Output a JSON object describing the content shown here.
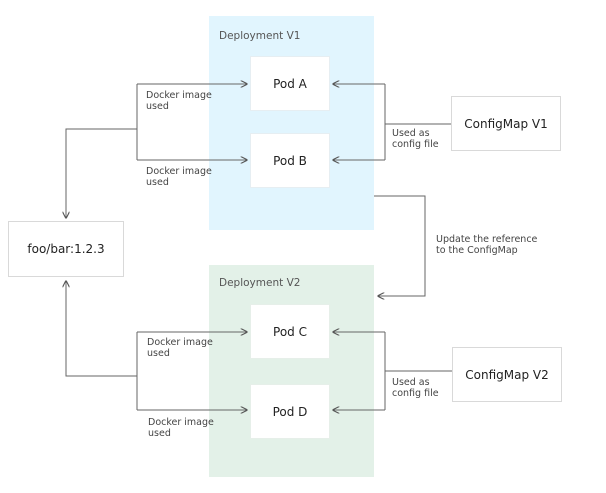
{
  "regions": {
    "v1": {
      "title": "Deployment V1"
    },
    "v2": {
      "title": "Deployment V2"
    }
  },
  "pods": {
    "a": "Pod A",
    "b": "Pod B",
    "c": "Pod C",
    "d": "Pod D"
  },
  "image": "foo/bar:1.2.3",
  "configmaps": {
    "v1": "ConfigMap V1",
    "v2": "ConfigMap V2"
  },
  "labels": {
    "docker_image_used": [
      "Docker image",
      "used"
    ],
    "used_as_config_file": [
      "Used as",
      "config file"
    ],
    "update_reference": [
      "Update the reference",
      "to the ConfigMap"
    ]
  }
}
